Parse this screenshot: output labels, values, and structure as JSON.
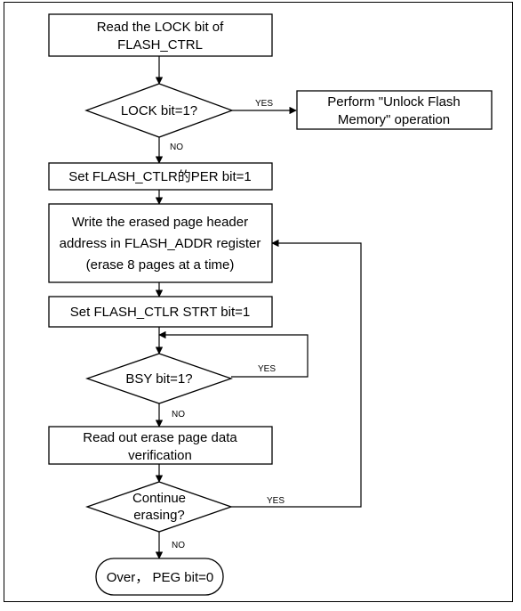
{
  "nodes": {
    "read_lock": {
      "lines": [
        "Read the LOCK bit of",
        "FLASH_CTRL"
      ]
    },
    "lock_check": {
      "lines": [
        "LOCK bit=1?"
      ]
    },
    "unlock": {
      "lines": [
        "Perform \"Unlock Flash",
        "Memory\" operation"
      ]
    },
    "set_per": {
      "lines": [
        "Set FLASH_CTLR的PER bit=1"
      ]
    },
    "write_addr": {
      "lines": [
        "Write the erased page header",
        "address in FLASH_ADDR register",
        "(erase 8 pages at a time)"
      ]
    },
    "set_strt": {
      "lines": [
        "Set FLASH_CTLR STRT bit=1"
      ]
    },
    "bsy_check": {
      "lines": [
        "BSY bit=1?"
      ]
    },
    "read_verify": {
      "lines": [
        "Read out erase page data",
        "verification"
      ]
    },
    "continue_check": {
      "lines": [
        "Continue",
        "erasing?"
      ]
    },
    "over": {
      "lines": [
        "Over， PEG bit=0"
      ]
    }
  },
  "edge_labels": {
    "lock_yes": "YES",
    "lock_no": "NO",
    "bsy_yes": "YES",
    "bsy_no": "NO",
    "continue_yes": "YES",
    "continue_no": "NO"
  }
}
